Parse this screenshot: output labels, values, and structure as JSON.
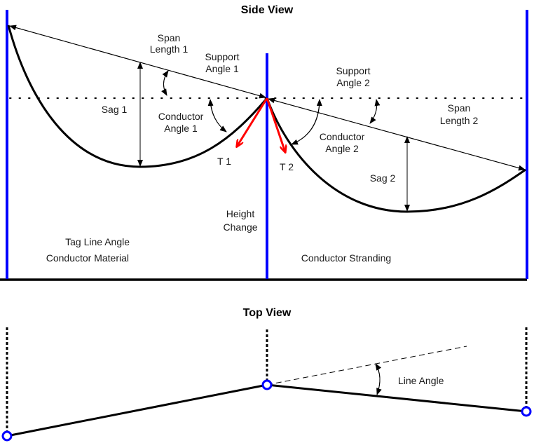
{
  "titles": {
    "side_view": "Side View",
    "top_view": "Top View"
  },
  "colors": {
    "pole": "#0000ff",
    "conductor": "#000000",
    "tension": "#ff0000",
    "node_stroke": "#0000ff",
    "node_fill": "#ffffff"
  },
  "side_view": {
    "span1": {
      "line1": "Span",
      "line2": "Length 1"
    },
    "support_angle_1": {
      "line1": "Support",
      "line2": "Angle 1"
    },
    "sag1": "Sag 1",
    "conductor_angle_1": {
      "line1": "Conductor",
      "line2": "Angle 1"
    },
    "t1": "T 1",
    "t2": "T 2",
    "support_angle_2": {
      "line1": "Support",
      "line2": "Angle 2"
    },
    "span2": {
      "line1": "Span",
      "line2": "Length 2"
    },
    "conductor_angle_2": {
      "line1": "Conductor",
      "line2": "Angle 2"
    },
    "sag2": "Sag 2",
    "height_change": {
      "line1": "Height",
      "line2": "Change"
    },
    "tag_line_angle": "Tag Line Angle",
    "conductor_material": "Conductor Material",
    "conductor_stranding": "Conductor Stranding"
  },
  "top_view": {
    "line_angle": "Line Angle"
  }
}
